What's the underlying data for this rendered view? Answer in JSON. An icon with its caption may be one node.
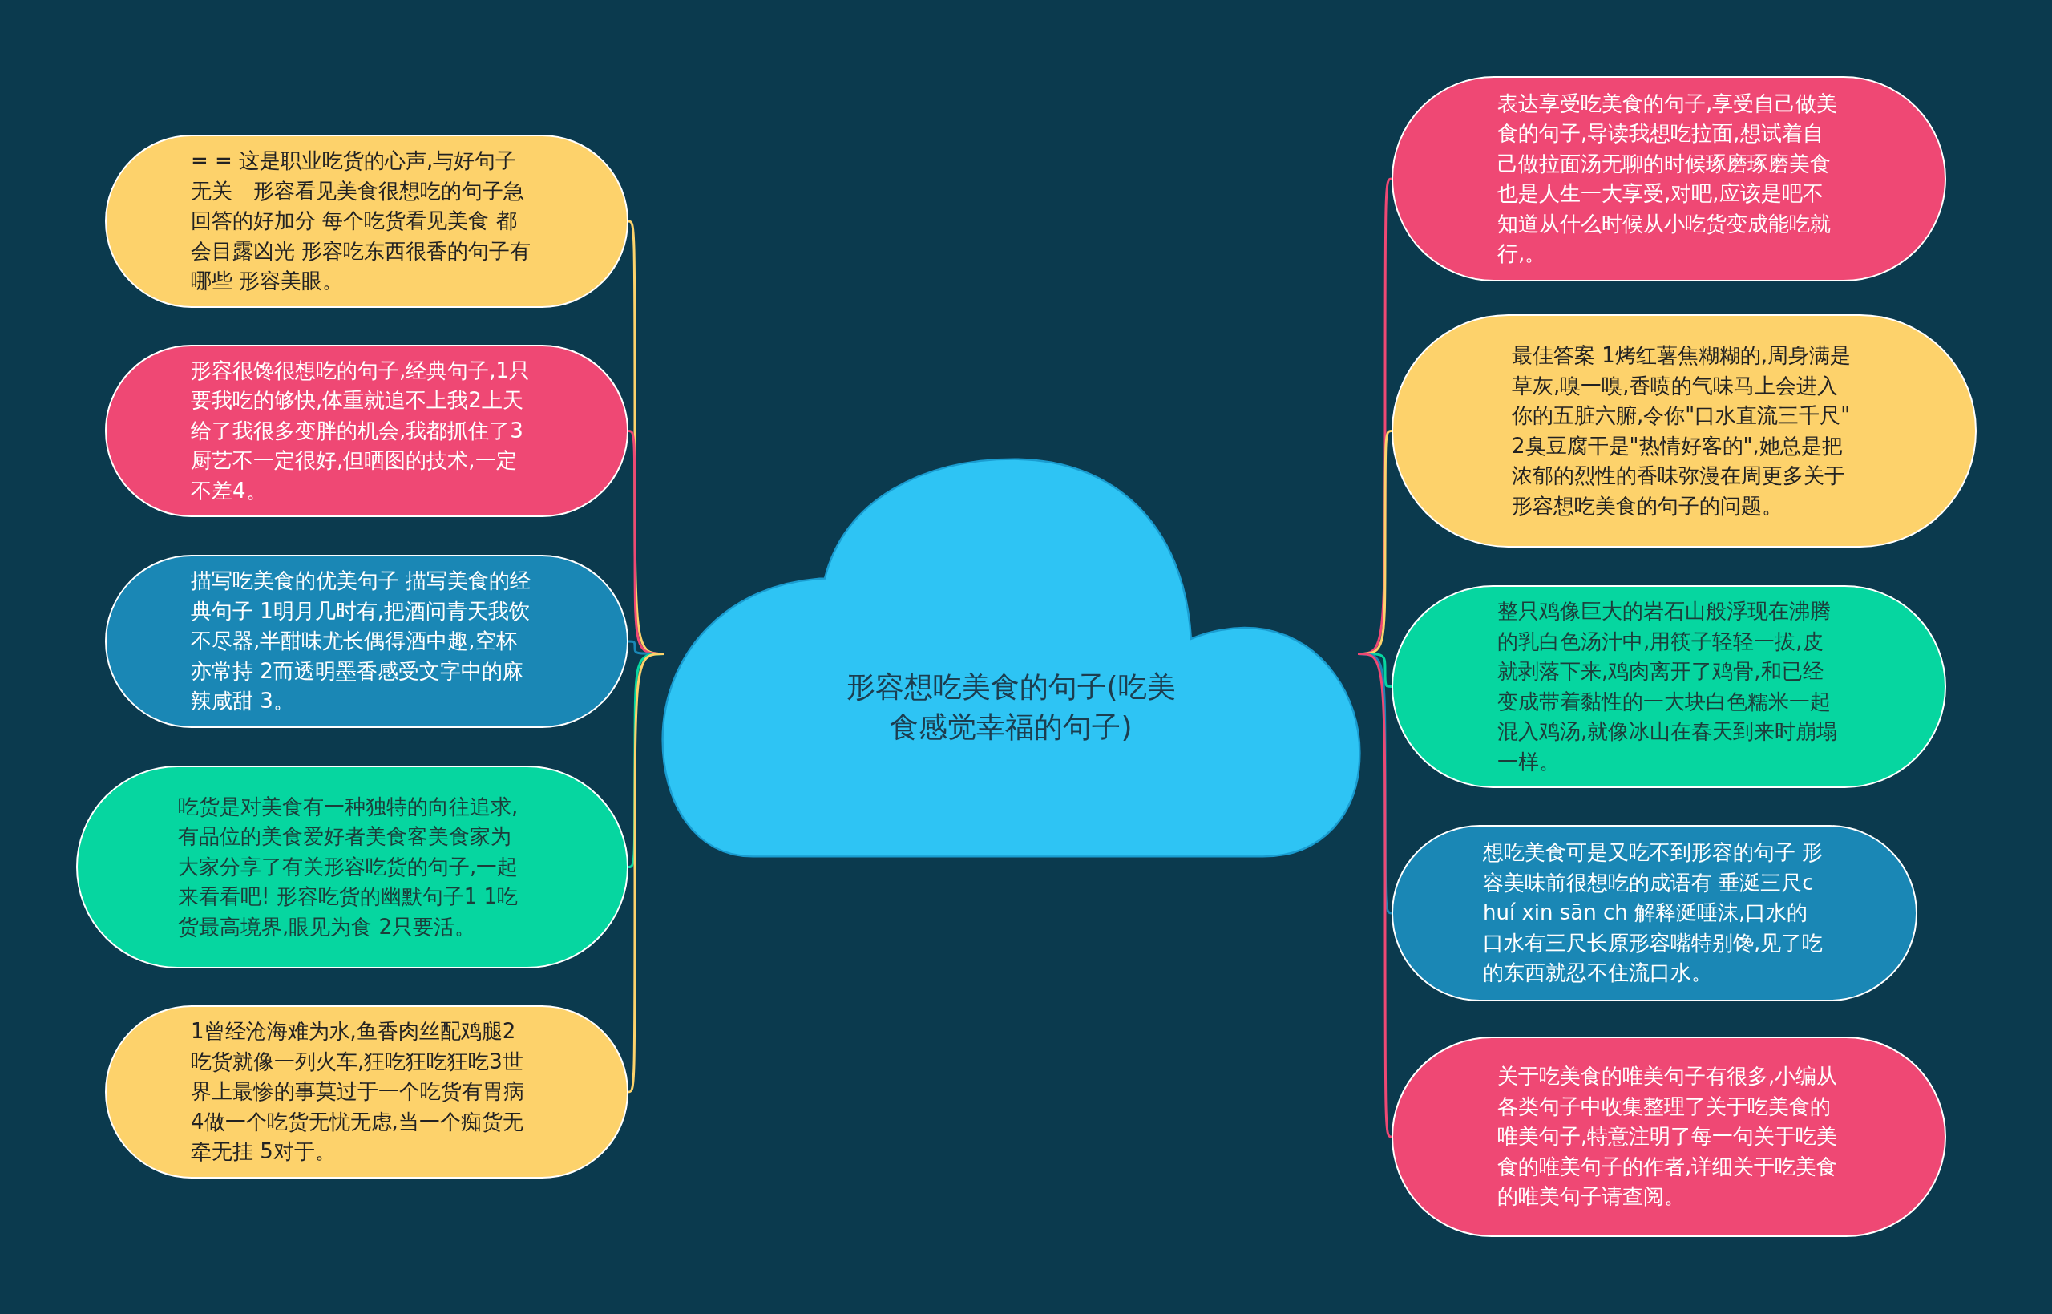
{
  "diagram": {
    "nodes": [
      {
        "text": [
          "形容想吃美食的句子(吃美食感觉幸福的句子)"
        ]
      },
      {
        "text": [
          "= = 这是职业吃货的心声,与好句子无关　形容看见美食很想吃的句子急回答的好加分 每个吃货看见美食 都会目露凶光 形容吃东西很香的句子有哪些 形容美眼。"
        ]
      },
      {
        "text": [
          "形容很馋很想吃的句子,经典句子,1只要我吃的够快,体重就追不上我2上天给了我很多变胖的机会,我都抓住了3厨艺不一定很好,但晒图的技术,一定不差4。"
        ]
      },
      {
        "text": [
          "描写吃美食的优美句子 描写美食的经典句子 1明月几时有,把酒问青天我饮不尽器,半酣味尤长偶得酒中趣,空杯亦常持 2而透明墨香感受文字中的麻辣咸甜 3。"
        ]
      },
      {
        "text": [
          "吃货是对美食有一种独特的向往追求,有品位的美食爱好者美食客美食家为大家分享了有关形容吃货的句子,一起来看看吧! 形容吃货的幽默句子1 1吃货最高境界,眼见为食 2只要活。"
        ]
      },
      {
        "text": [
          "1曾经沧海难为水,鱼香肉丝配鸡腿2吃货就像一列火车,狂吃狂吃狂吃3世界上最惨的事莫过于一个吃货有胃病 4做一个吃货无忧无虑,当一个痴货无牵无挂 5对于。"
        ]
      },
      {
        "text": [
          "表达享受吃美食的句子,享受自己做美食的句子,导读我想吃拉面,想试着自己做拉面汤无聊的时候琢磨琢磨美食也是人生一大享受,对吧,应该是吧不知道从什么时候从小吃货变成能吃就行,。"
        ]
      },
      {
        "text": [
          "最佳答案 1烤红薯焦糊糊的,周身满是草灰,嗅一嗅,香喷的气味马上会进入你的五脏六腑,令你\"口水直流三千尺\" 2臭豆腐干是\"热情好客的\",她总是把浓郁的烈性的香味弥漫在周更多关于形容想吃美食的句子的问题。"
        ]
      },
      {
        "text": [
          "整只鸡像巨大的岩石山般浮现在沸腾的乳白色汤汁中,用筷子轻轻一拔,皮就剥落下来,鸡肉离开了鸡骨,和已经变成带着黏性的一大块白色糯米一起混入鸡汤,就像冰山在春天到来时崩塌一样。"
        ]
      },
      {
        "text": [
          "想吃美食可是又吃不到形容的句子 形容美味前很想吃的成语有 垂涎三尺chuí xin sān ch 解释涎唾沫,口水的口水有三尺长原形容嘴特别馋,见了吃的东西就忍不住流口水。"
        ]
      },
      {
        "text": [
          "关于吃美食的唯美句子有很多,小编从各类句子中收集整理了关于吃美食的唯美句子,特意注明了每一句关于吃美食的唯美句子的作者,详细关于吃美食的唯美句子请查阅。"
        ]
      }
    ],
    "edges": [
      {
        "from": 0,
        "to": 1,
        "arrow": "none",
        "color": "#fdd26b"
      },
      {
        "from": 0,
        "to": 2,
        "arrow": "none",
        "color": "#ef4874"
      },
      {
        "from": 0,
        "to": 3,
        "arrow": "none",
        "color": "#1a87b5"
      },
      {
        "from": 0,
        "to": 4,
        "arrow": "none",
        "color": "#06d6a0"
      },
      {
        "from": 0,
        "to": 5,
        "arrow": "none",
        "color": "#fdd26b"
      },
      {
        "from": 0,
        "to": 6,
        "arrow": "none",
        "color": "#ef4874"
      },
      {
        "from": 0,
        "to": 7,
        "arrow": "none",
        "color": "#fdd26b"
      },
      {
        "from": 0,
        "to": 8,
        "arrow": "none",
        "color": "#06d6a0"
      },
      {
        "from": 0,
        "to": 9,
        "arrow": "none",
        "color": "#1a87b5"
      },
      {
        "from": 0,
        "to": 10,
        "arrow": "none",
        "color": "#ef4874"
      }
    ]
  }
}
